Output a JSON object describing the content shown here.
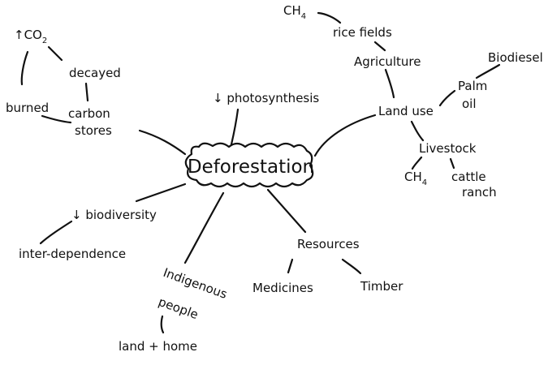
{
  "central": "Deforestation",
  "carbon": {
    "co2_prefix": "↑CO",
    "co2_sub": "2",
    "decayed": "decayed",
    "burned": "burned",
    "carbon": "carbon",
    "stores": "stores"
  },
  "photosynthesis": "↓ photosynthesis",
  "agriculture_branch": {
    "ch4_main": "CH",
    "ch4_sub": "4",
    "rice_fields": "rice fields",
    "agriculture": "Agriculture",
    "biodiesel": "Biodiesel",
    "palm": "Palm",
    "oil": "oil",
    "land_use": "Land use",
    "livestock": "Livestock",
    "ch4b_main": "CH",
    "ch4b_sub": "4",
    "cattle": "cattle",
    "ranch": "ranch"
  },
  "biodiversity": "↓ biodiversity",
  "interdependence": "inter-dependence",
  "indigenous": {
    "line1": "Indigenous",
    "line2": "people",
    "land_home": "land + home"
  },
  "resources": {
    "resources": "Resources",
    "medicines": "Medicines",
    "timber": "Timber"
  }
}
